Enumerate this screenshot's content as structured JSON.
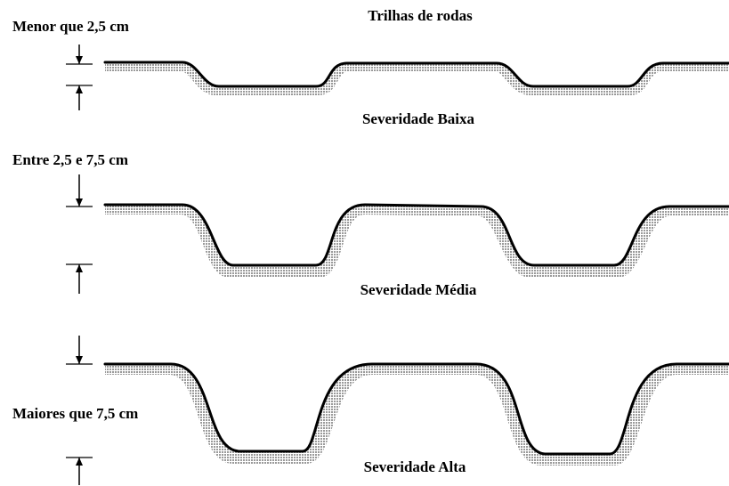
{
  "title": "Trilhas de rodas",
  "panels": [
    {
      "depth_label": "Menor que 2,5 cm",
      "severity_label": "Severidade Baixa"
    },
    {
      "depth_label": "Entre 2,5 e 7,5 cm",
      "severity_label": "Severidade Média"
    },
    {
      "depth_label": "Maiores que 7,5 cm",
      "severity_label": "Severidade Alta"
    }
  ],
  "colors": {
    "line": "#000000",
    "shadow_fill": "#b9b9b9",
    "background": "#ffffff"
  }
}
